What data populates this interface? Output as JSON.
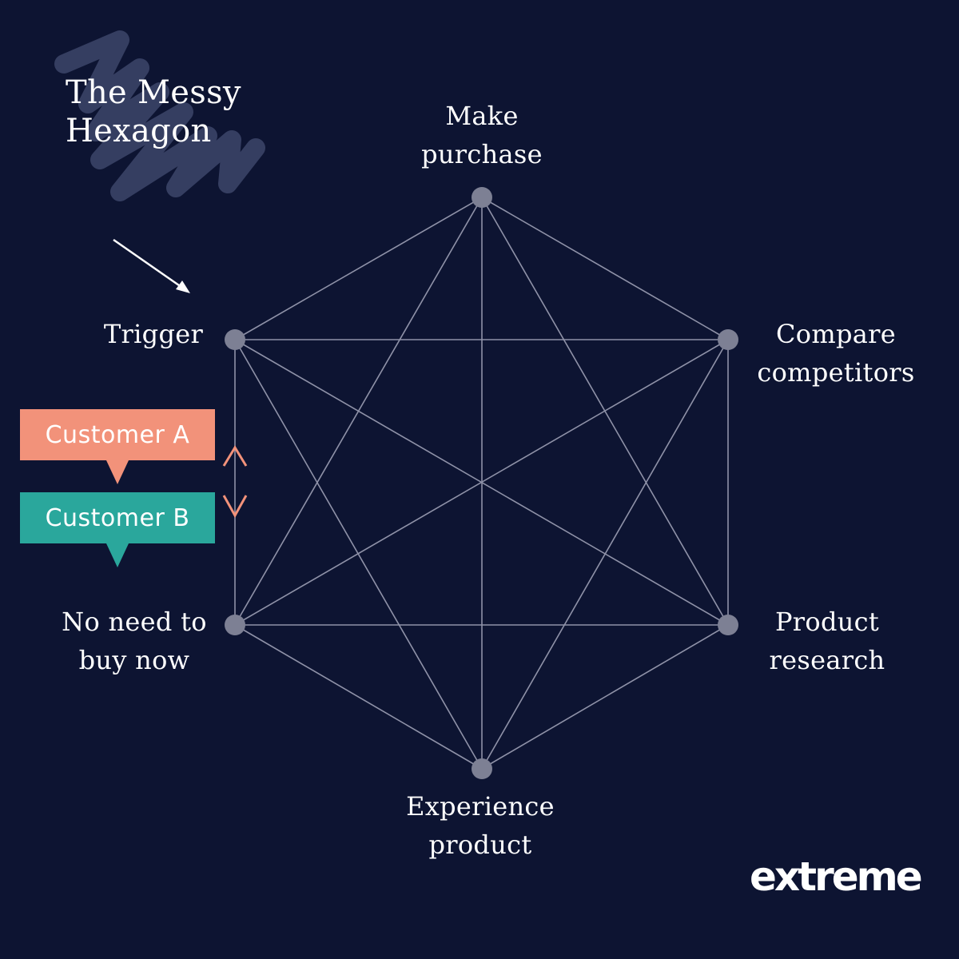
{
  "title": {
    "line1": "The Messy",
    "line2": "Hexagon"
  },
  "nodes": {
    "make_purchase": {
      "line1": "Make",
      "line2": "purchase"
    },
    "compare_competitors": {
      "line1": "Compare",
      "line2": "competitors"
    },
    "product_research": {
      "line1": "Product",
      "line2": "research"
    },
    "experience_product": {
      "line1": "Experience",
      "line2": "product"
    },
    "no_need": {
      "line1": "No need to",
      "line2": "buy now"
    },
    "trigger": {
      "line1": "Trigger"
    }
  },
  "customers": {
    "a": {
      "label": "Customer A",
      "color": "#f2927a"
    },
    "b": {
      "label": "Customer B",
      "color": "#2aa79c"
    }
  },
  "logo": "extreme",
  "colors": {
    "background": "#0d1432",
    "edge": "#8f92a8",
    "node": "#7d8094",
    "scribble": "#3a4266"
  }
}
